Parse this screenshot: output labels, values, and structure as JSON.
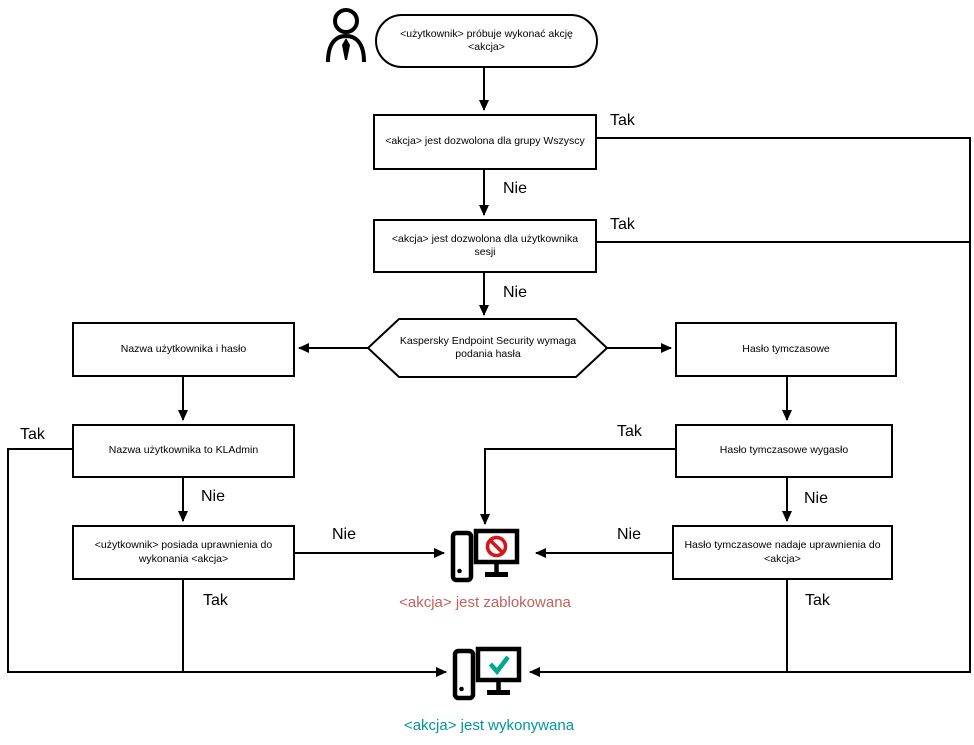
{
  "diagram": {
    "labels": {
      "yes": "Tak",
      "no": "Nie"
    },
    "nodes": {
      "start": {
        "label": "<użytkownik> próbuje wykonać akcję <akcja>"
      },
      "allowed_everyone": {
        "label": "<akcja> jest dozwolona dla grupy Wszyscy"
      },
      "allowed_session": {
        "label": "<akcja> jest dozwolona dla użytkownika sesji"
      },
      "kes_requires_password": {
        "label": "Kaspersky Endpoint Security wymaga podania hasła"
      },
      "username_and_password": {
        "label": "Nazwa użytkownika i hasło"
      },
      "temporary_password": {
        "label": "Hasło tymczasowe"
      },
      "username_is_kladmin": {
        "label": "Nazwa użytkownika to KLAdmin"
      },
      "temporary_password_expired": {
        "label": "Hasło tymczasowe wygasło"
      },
      "user_has_permissions": {
        "label": "<użytkownik> posiada uprawnienia do wykonania <akcja>"
      },
      "temp_password_grants": {
        "label": "Hasło tymczasowe nadaje uprawnienia do <akcja>"
      }
    },
    "outcomes": {
      "blocked": {
        "label": "<akcja> jest zablokowana",
        "color": "#c4615c"
      },
      "executed": {
        "label": "<akcja> jest wykonywana",
        "color": "#0096a0"
      }
    },
    "icons": {
      "actor": "person-icon",
      "blocked": "computer-blocked-icon",
      "executed": "computer-check-icon"
    },
    "colors": {
      "line": "#000000",
      "prohibit_red": "#d7141a",
      "check_green": "#00a88e"
    }
  }
}
